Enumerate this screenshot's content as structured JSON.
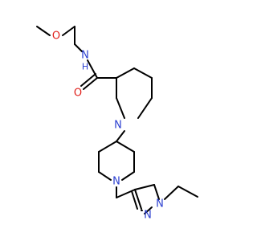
{
  "molecule": {
    "atoms": {
      "ether_oxygen": "O",
      "amide_nitrogen": "N",
      "amide_hydrogen": "H",
      "carbonyl_oxygen": "O",
      "piperidine_a_nitrogen": "N",
      "piperidine_b_nitrogen": "N",
      "pyrazole_n1": "N",
      "pyrazole_n2": "N"
    },
    "colors": {
      "bond": "#000000",
      "oxygen": "#e0201b",
      "nitrogen": "#2b3fd0",
      "background": "#ffffff"
    }
  }
}
